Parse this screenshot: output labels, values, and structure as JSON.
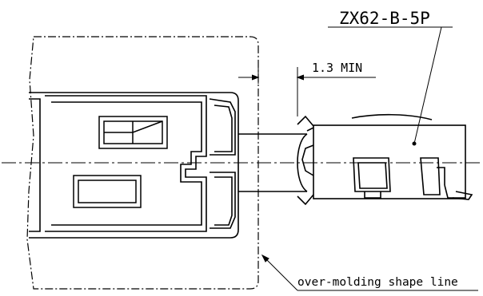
{
  "labels": {
    "part_number": "ZX62-B-5P",
    "dimension": "1.3 MIN",
    "callout": "over-molding shape line"
  },
  "colors": {
    "line": "#000000",
    "background": "#ffffff"
  }
}
